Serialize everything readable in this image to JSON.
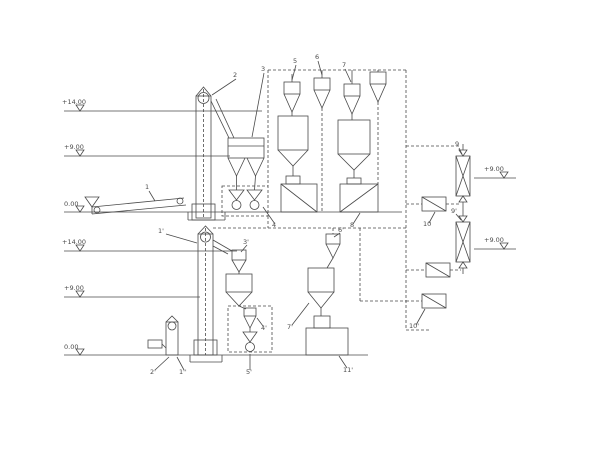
{
  "drawing": {
    "background": "#ffffff",
    "stroke": "#4a4a4a"
  },
  "elevation_markers": {
    "left": [
      {
        "text": "+14.00"
      },
      {
        "text": "+9.00"
      },
      {
        "text": "0.00"
      },
      {
        "text": "+14.00"
      },
      {
        "text": "+9.00"
      },
      {
        "text": "0.00"
      }
    ],
    "right": [
      {
        "text": "+9.00"
      },
      {
        "text": "+9.00"
      }
    ]
  },
  "equipment_labels": [
    {
      "text": "1"
    },
    {
      "text": "2"
    },
    {
      "text": "3"
    },
    {
      "text": "5"
    },
    {
      "text": "6"
    },
    {
      "text": "7"
    },
    {
      "text": "4"
    },
    {
      "text": "8"
    },
    {
      "text": "9"
    },
    {
      "text": "9'"
    },
    {
      "text": "10"
    },
    {
      "text": "10'"
    },
    {
      "text": "1'"
    },
    {
      "text": "2'"
    },
    {
      "text": "1''"
    },
    {
      "text": "3'"
    },
    {
      "text": "4'"
    },
    {
      "text": "5'"
    },
    {
      "text": "6'"
    },
    {
      "text": "7'"
    },
    {
      "text": "11'"
    }
  ]
}
